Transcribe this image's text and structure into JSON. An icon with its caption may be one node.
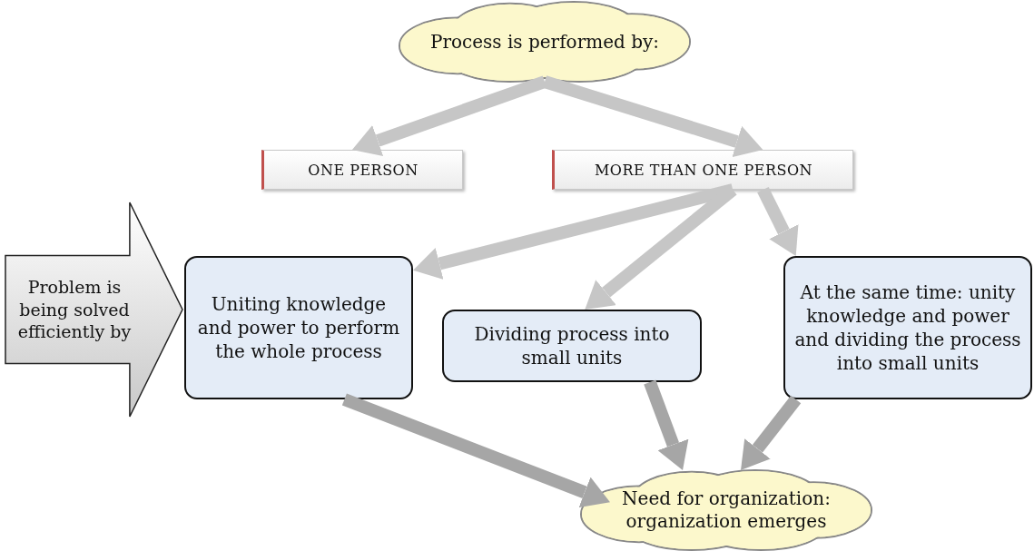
{
  "diagram": {
    "nodes": [
      {
        "text": [
          "Process is performed by:"
        ]
      },
      {
        "text": [
          "ONE PERSON"
        ]
      },
      {
        "text": [
          "MORE THAN ONE PERSON"
        ]
      },
      {
        "text": [
          "Problem is being solved efficiently by"
        ]
      },
      {
        "text": [
          "Uniting knowledge and power to perform the whole process"
        ]
      },
      {
        "text": [
          "Dividing process into small units"
        ]
      },
      {
        "text": [
          "At the same time: unity knowledge and power and dividing the process into small units"
        ]
      },
      {
        "text": [
          "Need for organization: organization emerges"
        ]
      }
    ],
    "edges": [
      {
        "from": 0,
        "to": 1,
        "arrow": "to"
      },
      {
        "from": 0,
        "to": 2,
        "arrow": "to"
      },
      {
        "from": 2,
        "to": 4,
        "arrow": "to"
      },
      {
        "from": 2,
        "to": 5,
        "arrow": "to"
      },
      {
        "from": 2,
        "to": 6,
        "arrow": "to"
      },
      {
        "from": 4,
        "to": 7,
        "arrow": "to",
        "color": "#a6a6a6"
      },
      {
        "from": 5,
        "to": 7,
        "arrow": "to",
        "color": "#a6a6a6"
      },
      {
        "from": 6,
        "to": 7,
        "arrow": "to",
        "color": "#a6a6a6"
      }
    ]
  }
}
